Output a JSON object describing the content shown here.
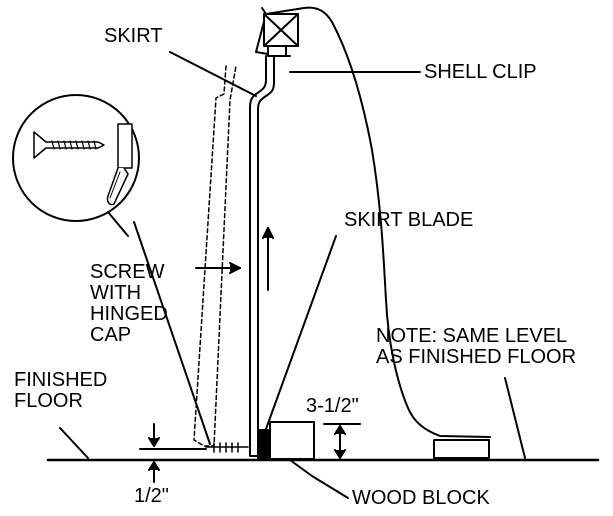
{
  "labels": {
    "skirt": "SKIRT",
    "shell_clip": "SHELL CLIP",
    "skirt_blade": "SKIRT BLADE",
    "screw_lines": [
      "SCREW",
      "WITH",
      "HINGED",
      "CAP"
    ],
    "note_lines": [
      "NOTE:  SAME LEVEL",
      "AS FINISHED FLOOR"
    ],
    "finished_floor_lines": [
      "FINISHED",
      "FLOOR"
    ],
    "dim_block_height": "3-1/2\"",
    "dim_gap": "1/2\"",
    "wood_block": "WOOD BLOCK"
  },
  "colors": {
    "ink": "#000000",
    "paper": "#ffffff"
  }
}
